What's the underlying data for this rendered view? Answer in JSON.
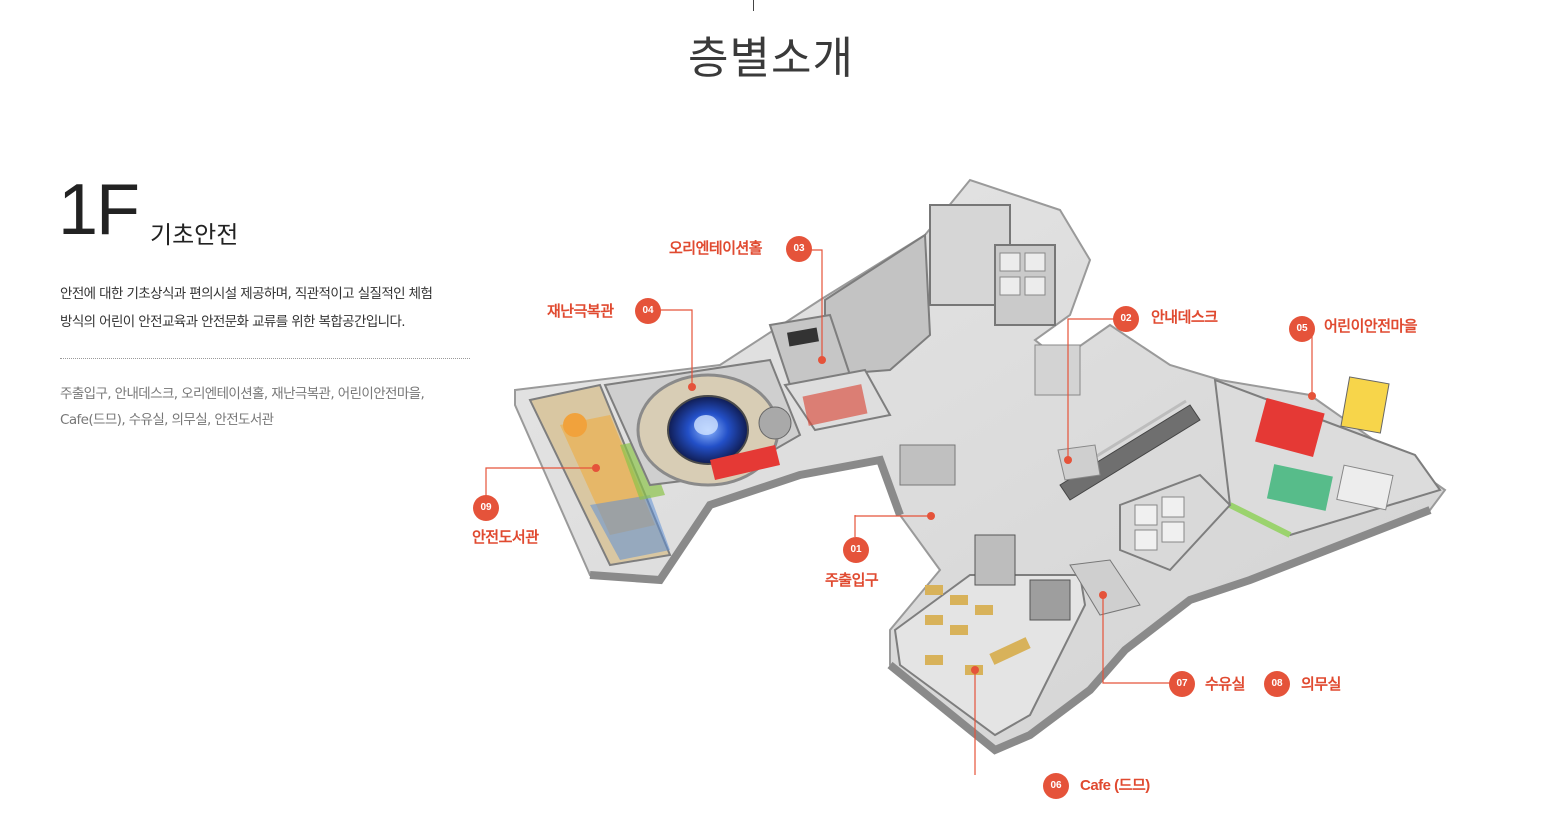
{
  "page": {
    "title": "층별소개"
  },
  "floor": {
    "number": "1F",
    "name": "기초안전",
    "description_line1": "안전에 대한 기초상식과 편의시설 제공하며, 직관적이고 실질적인 체험",
    "description_line2": "방식의 어린이 안전교육과 안전문화 교류를 위한 복합공간입니다.",
    "facilities_line1": "주출입구, 안내데스크, 오리엔테이션홀, 재난극복관, 어린이안전마을,",
    "facilities_line2": "Cafe(드므), 수유실, 의무실, 안전도서관"
  },
  "map": {
    "accent_color": "#e5533a",
    "markers": [
      {
        "num": "01",
        "label": "주출입구"
      },
      {
        "num": "02",
        "label": "안내데스크"
      },
      {
        "num": "03",
        "label": "오리엔테이션홀"
      },
      {
        "num": "04",
        "label": "재난극복관"
      },
      {
        "num": "05",
        "label": "어린이안전마을"
      },
      {
        "num": "06",
        "label": "Cafe (드므)"
      },
      {
        "num": "07",
        "label": "수유실"
      },
      {
        "num": "08",
        "label": "의무실"
      },
      {
        "num": "09",
        "label": "안전도서관"
      }
    ]
  }
}
